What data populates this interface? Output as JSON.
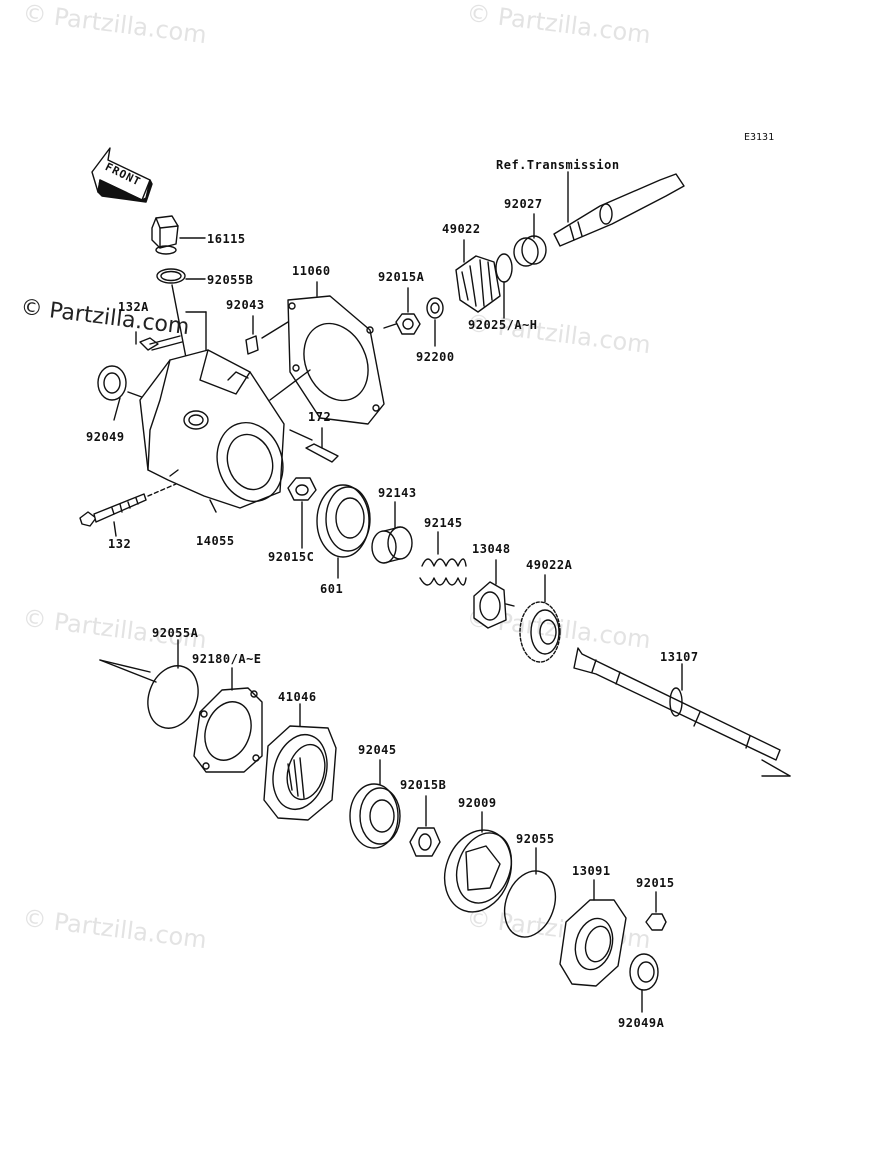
{
  "diagram_code": "E3131",
  "ref_text": "Ref.Transmission",
  "front_text": "FRONT",
  "watermark": {
    "light": "© Partzilla.com",
    "dark": "© Partzilla.com"
  },
  "parts": [
    {
      "id": "16115",
      "label": "16115"
    },
    {
      "id": "92055B",
      "label": "92055B"
    },
    {
      "id": "11060",
      "label": "11060"
    },
    {
      "id": "92043",
      "label": "92043"
    },
    {
      "id": "132A",
      "label": "132A"
    },
    {
      "id": "92049",
      "label": "92049"
    },
    {
      "id": "172",
      "label": "172"
    },
    {
      "id": "132",
      "label": "132"
    },
    {
      "id": "14055",
      "label": "14055"
    },
    {
      "id": "92015C",
      "label": "92015C"
    },
    {
      "id": "601",
      "label": "601"
    },
    {
      "id": "92143",
      "label": "92143"
    },
    {
      "id": "92145",
      "label": "92145"
    },
    {
      "id": "13048",
      "label": "13048"
    },
    {
      "id": "49022A",
      "label": "49022A"
    },
    {
      "id": "13107",
      "label": "13107"
    },
    {
      "id": "92015A",
      "label": "92015A"
    },
    {
      "id": "92200",
      "label": "92200"
    },
    {
      "id": "49022",
      "label": "49022"
    },
    {
      "id": "92027",
      "label": "92027"
    },
    {
      "id": "92025",
      "label": "92025/A~H"
    },
    {
      "id": "92055A",
      "label": "92055A"
    },
    {
      "id": "92180",
      "label": "92180/A~E"
    },
    {
      "id": "41046",
      "label": "41046"
    },
    {
      "id": "92045",
      "label": "92045"
    },
    {
      "id": "92015B",
      "label": "92015B"
    },
    {
      "id": "92009",
      "label": "92009"
    },
    {
      "id": "92055",
      "label": "92055"
    },
    {
      "id": "13091",
      "label": "13091"
    },
    {
      "id": "92015",
      "label": "92015"
    },
    {
      "id": "92049A",
      "label": "92049A"
    }
  ]
}
